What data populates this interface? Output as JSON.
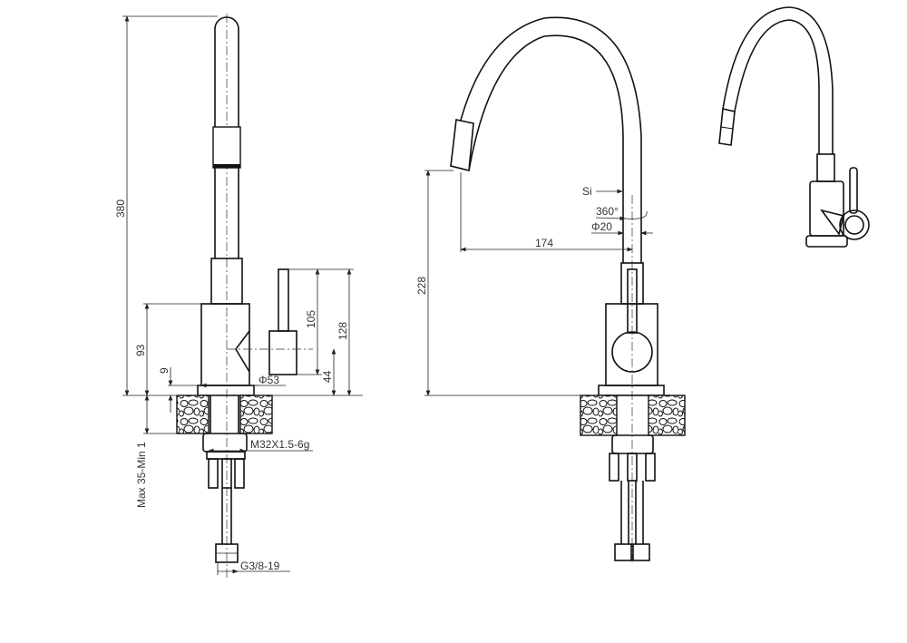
{
  "drawing": {
    "title": "Kitchen faucet technical drawing",
    "side_view": {
      "dims": {
        "total_height": "380",
        "body_height": "93",
        "base_offset": "9",
        "handle_height": "105",
        "handle_total": "128",
        "axis_height": "44",
        "base_diameter": "Φ53",
        "thread": "M32X1.5-6g",
        "counter_thickness": "Max 35-Min 1",
        "hose_connection": "G3/8-19"
      }
    },
    "front_view": {
      "dims": {
        "spout_height": "228",
        "spout_reach": "174",
        "material": "Si",
        "rotation": "360°",
        "tube_diameter": "Φ20"
      }
    }
  }
}
